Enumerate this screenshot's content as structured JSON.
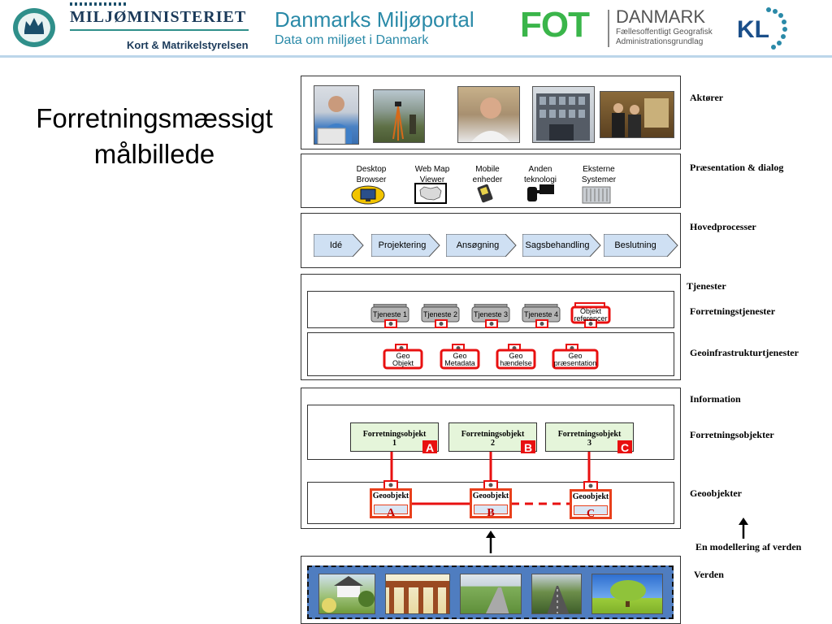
{
  "header": {
    "miljo_title": "MILJØMINISTERIET",
    "miljo_sub": "Kort & Matrikelstyrelsen",
    "portal_title": "Danmarks Miljøportal",
    "portal_sub": "Data om miljøet i Danmark",
    "fot_mark": "FOT",
    "fot_title": "DANMARK",
    "fot_sub1": "Fællesoffentligt Geografisk",
    "fot_sub2": "Administrationsgrundlag",
    "kl_mark": "KL"
  },
  "title": {
    "line1": "Forretningsmæssigt",
    "line2": "målbillede"
  },
  "labels": {
    "aktorer": "Aktører",
    "praesentation": "Præsentation & dialog",
    "hovedprocesser": "Hovedprocesser",
    "tjenester": "Tjenester",
    "forretningstjenester": "Forretningstjenester",
    "geoinfra": "Geoinfrastrukturtjenester",
    "information": "Information",
    "forretningsobjekter": "Forretningsobjekter",
    "geoobjekter": "Geoobjekter",
    "modellering": "En modellering af verden",
    "verden": "Verden"
  },
  "devices": [
    {
      "line1": "Desktop",
      "line2": "Browser"
    },
    {
      "line1": "Web Map",
      "line2": "Viewer"
    },
    {
      "line1": "Mobile",
      "line2": "enheder"
    },
    {
      "line1": "Anden",
      "line2": "teknologi"
    },
    {
      "line1": "Eksterne",
      "line2": "Systemer"
    }
  ],
  "processes": [
    "Idé",
    "Projektering",
    "Ansøgning",
    "Sagsbehandling",
    "Beslutning"
  ],
  "business_services": [
    {
      "line1": "Tjeneste 1",
      "line2": ""
    },
    {
      "line1": "Tjeneste 2",
      "line2": ""
    },
    {
      "line1": "Tjeneste 3",
      "line2": ""
    },
    {
      "line1": "Tjeneste 4",
      "line2": ""
    },
    {
      "line1": "Objekt",
      "line2": "referencer"
    }
  ],
  "geo_services": [
    {
      "line1": "Geo",
      "line2": "Objekt"
    },
    {
      "line1": "Geo",
      "line2": "Metadata"
    },
    {
      "line1": "Geo",
      "line2": "hændelse"
    },
    {
      "line1": "Geo",
      "line2": "præsentation"
    }
  ],
  "business_objects": [
    {
      "title": "Forretningsobjekt",
      "num": "1",
      "letter": "A"
    },
    {
      "title": "Forretningsobjekt",
      "num": "2",
      "letter": "B"
    },
    {
      "title": "Forretningsobjekt",
      "num": "3",
      "letter": "C"
    }
  ],
  "geo_objects": [
    {
      "title": "Geoobjekt",
      "letter": "A"
    },
    {
      "title": "Geoobjekt",
      "letter": "B"
    },
    {
      "title": "Geoobjekt",
      "letter": "C"
    }
  ],
  "colors": {
    "red": "#e81010",
    "orange_red": "#e8401c",
    "chevron": "#cfe0f3",
    "header_line": "#bcd6ea",
    "film": "#4f7dc0"
  }
}
